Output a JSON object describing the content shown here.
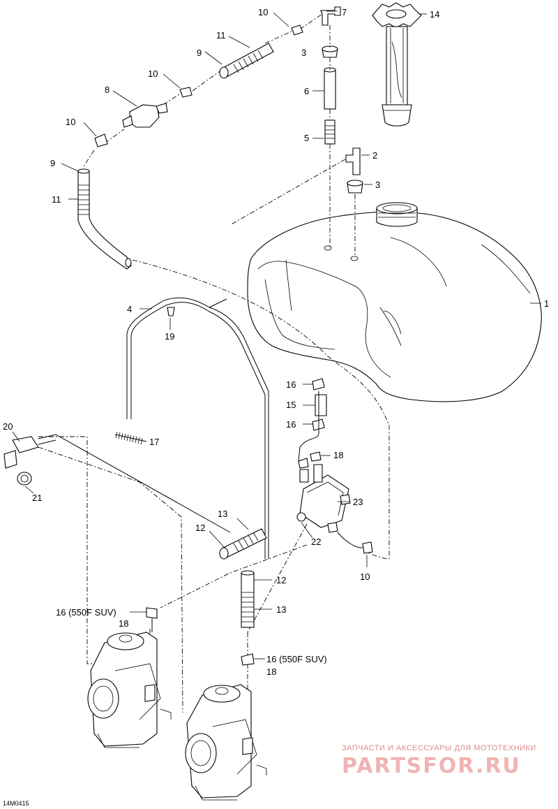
{
  "diagram": {
    "code": "14M0415",
    "labels": {
      "l1": "1",
      "l2": "2",
      "l3a": "3",
      "l3b": "3",
      "l4": "4",
      "l5": "5",
      "l6": "6",
      "l7": "7",
      "l8": "8",
      "l9a": "9",
      "l9b": "9",
      "l10a": "10",
      "l10b": "10",
      "l10c": "10",
      "l10d": "10",
      "l11a": "11",
      "l11b": "11",
      "l12a": "12",
      "l12b": "12",
      "l13a": "13",
      "l13b": "13",
      "l14": "14",
      "l15": "15",
      "l16a": "16",
      "l16b": "16",
      "l16c": "16 (550F SUV)",
      "l16d": "16 (550F SUV)",
      "l17": "17",
      "l18a": "18",
      "l18b": "18",
      "l18c": "18",
      "l19": "19",
      "l20": "20",
      "l21": "21",
      "l22": "22",
      "l23": "23"
    }
  },
  "watermark": {
    "tagline": "ЗАПЧАСТИ И АКСЕССУАРЫ ДЛЯ МОТОТЕХНИКИ",
    "brand": "PARTSFOR.RU"
  }
}
